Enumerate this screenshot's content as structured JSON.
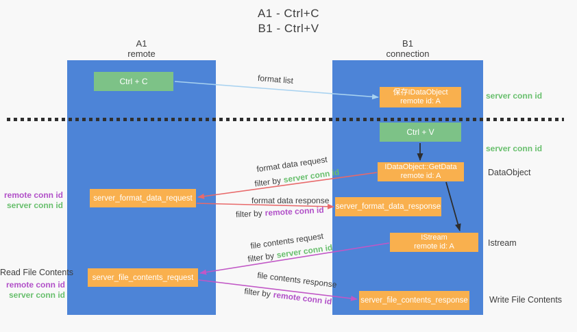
{
  "title": {
    "line1": "A1 - Ctrl+C",
    "line2": "B1 - Ctrl+V"
  },
  "lanes": {
    "left": {
      "header_line1": "A1",
      "header_line2": "remote"
    },
    "right": {
      "header_line1": "B1",
      "header_line2": "connection"
    }
  },
  "boxes": {
    "ctrl_c": "Ctrl + C",
    "ctrl_v": "Ctrl + V",
    "save_dataobject": {
      "line1": "保存IDataObject",
      "line2": "remote id: A"
    },
    "getdata": {
      "line1": "IDataObject::GetData",
      "line2": "remote id: A"
    },
    "istream": {
      "line1": "IStream",
      "line2": "remote id: A"
    },
    "format_request": "server_format_data_request",
    "format_response": "server_format_data_response",
    "file_request": "server_file_contents_request",
    "file_response": "server_file_contents_response"
  },
  "arrow_labels": {
    "format_list": "format list",
    "format_data_request": "format data request",
    "filter_by_server_1": {
      "prefix": "filter by",
      "highlight": "server conn id"
    },
    "format_data_response": "format data response",
    "filter_by_remote_1": {
      "prefix": "filter by",
      "highlight": "remote conn id"
    },
    "file_contents_request": "file contents request",
    "filter_by_server_2": {
      "prefix": "filter by",
      "highlight": "server conn id"
    },
    "file_contents_response": "file contents response",
    "filter_by_remote_2": {
      "prefix": "filter by",
      "highlight": "remote conn id"
    }
  },
  "side_labels": {
    "server_conn_id_top": "server conn id",
    "server_conn_id_mid": "server conn id",
    "dataobject": "DataObject",
    "istream": "Istream",
    "write_file_contents": "Write File Contents",
    "read_file_contents": "Read File Contents",
    "format_remote_conn_id": "remote conn id",
    "format_server_conn_id": "server conn id",
    "file_remote_conn_id": "remote conn id",
    "file_server_conn_id": "server conn id"
  },
  "colors": {
    "background": "#f8f8f8",
    "lane_blue": "#4d84d7",
    "box_green": "#7dc287",
    "box_orange": "#f9b04e",
    "box_text": "#ffffff",
    "arrow_light_blue": "#a8d2f0",
    "arrow_red": "#e8696a",
    "arrow_magenta": "#c157c6",
    "arrow_black": "#2d2d2d",
    "text_green": "#68bf6d",
    "text_purple": "#b150c8",
    "text_dark": "#3c3c3c",
    "dotted_line": "#2f2f2f"
  }
}
